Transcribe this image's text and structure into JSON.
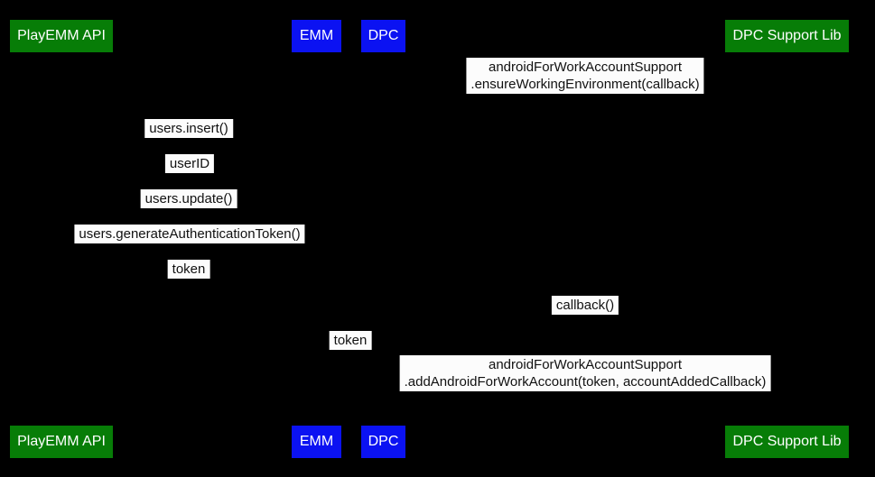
{
  "diagram": {
    "kind": "sequence-diagram",
    "background_color": "#000000",
    "colors": {
      "actor_green": "#077d07",
      "actor_blue": "#0b12f2",
      "actor_text": "#ffffff",
      "message_bg": "#fcfcfc",
      "message_text": "#111111"
    },
    "actors": [
      {
        "label": "PlayEMM API",
        "color": "green"
      },
      {
        "label": "EMM",
        "color": "blue"
      },
      {
        "label": "DPC",
        "color": "blue"
      },
      {
        "label": "DPC Support Lib",
        "color": "green"
      }
    ],
    "messages": [
      {
        "lines": [
          "androidForWorkAccountSupport",
          ".ensureWorkingEnvironment(callback)"
        ]
      },
      {
        "lines": [
          "users.insert()"
        ]
      },
      {
        "lines": [
          "userID"
        ]
      },
      {
        "lines": [
          "users.update()"
        ]
      },
      {
        "lines": [
          "users.generateAuthenticationToken()"
        ]
      },
      {
        "lines": [
          "token"
        ]
      },
      {
        "lines": [
          "callback()"
        ]
      },
      {
        "lines": [
          "token"
        ]
      },
      {
        "lines": [
          "androidForWorkAccountSupport",
          ".addAndroidForWorkAccount(token, accountAddedCallback)"
        ]
      }
    ]
  }
}
